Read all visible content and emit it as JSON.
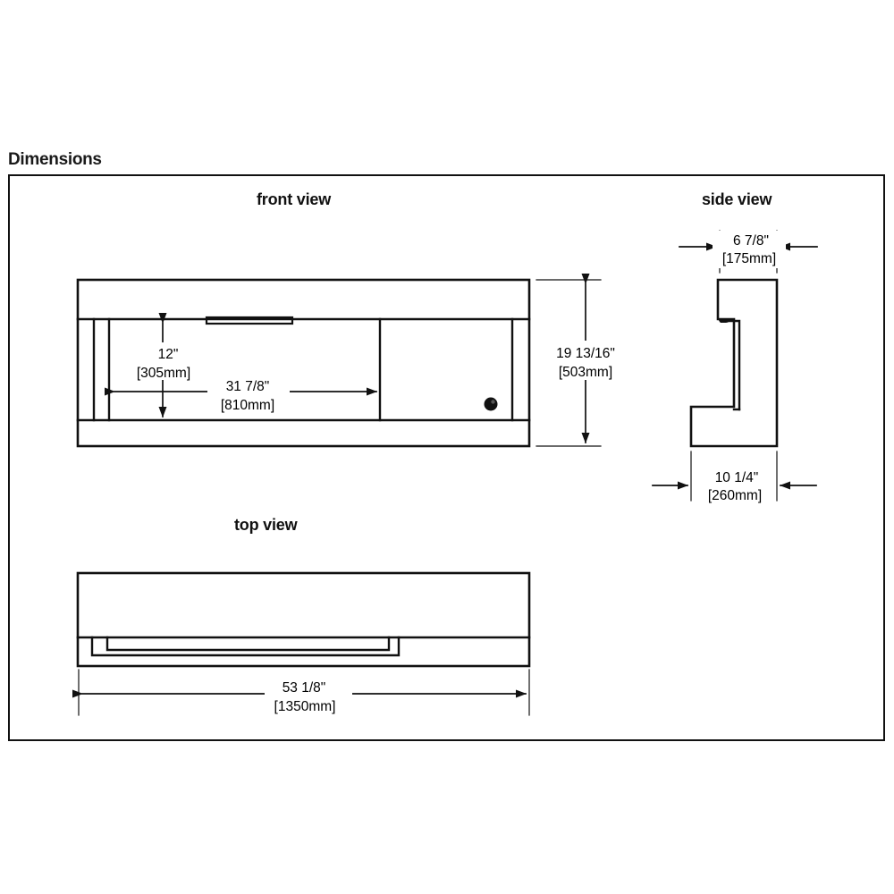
{
  "page": {
    "section_heading": "Dimensions"
  },
  "views": {
    "front": {
      "title": "front view"
    },
    "side": {
      "title": "side view"
    },
    "top": {
      "title": "top view"
    }
  },
  "dimensions": {
    "front_height": {
      "imperial": "19 13/16\"",
      "metric": "[503mm]"
    },
    "front_opening_height": {
      "imperial": "12\"",
      "metric": "[305mm]"
    },
    "front_opening_width": {
      "imperial": "31 7/8\"",
      "metric": "[810mm]"
    },
    "side_depth_upper": {
      "imperial": "6 7/8\"",
      "metric": "[175mm]"
    },
    "side_depth_lower": {
      "imperial": "10 1/4\"",
      "metric": "[260mm]"
    },
    "top_width": {
      "imperial": "53 1/8\"",
      "metric": "[1350mm]"
    }
  },
  "colors": {
    "line": "#111111",
    "text": "#000000",
    "background": "#ffffff"
  }
}
